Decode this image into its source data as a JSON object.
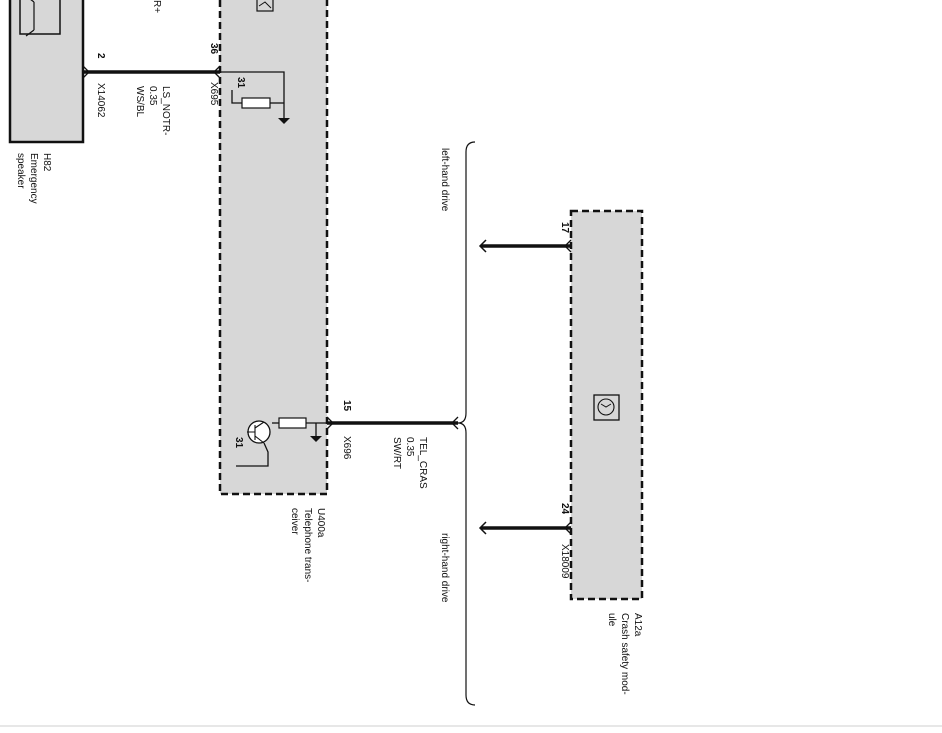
{
  "speaker": {
    "code": "H82",
    "name_line1": "Emergency",
    "name_line2": "speaker",
    "pin": "2",
    "connector": "X14062"
  },
  "transceiver": {
    "code": "U400a",
    "name_line1": "Telephone trans-",
    "name_line2": "ceiver",
    "top_fragment": "R+",
    "pin_ls": "36",
    "connector_ls": "X695",
    "ground_ls": "31",
    "pin_tel": "15",
    "connector_tel": "X696",
    "ground_tel": "31"
  },
  "wire_ls": {
    "signal": "LS_NOTR-",
    "gauge": "0.35",
    "color": "WS/BL"
  },
  "wire_tel": {
    "signal": "TEL_CRAS",
    "gauge": "0.35",
    "color": "SW/RT"
  },
  "variants": {
    "left": "left-hand drive",
    "right": "right-hand drive"
  },
  "crash_module": {
    "code": "A12a",
    "name_line1": "Crash safety mod-",
    "name_line2": "ule",
    "pin_lhd": "17",
    "pin_rhd": "24",
    "connector": "X18009"
  }
}
